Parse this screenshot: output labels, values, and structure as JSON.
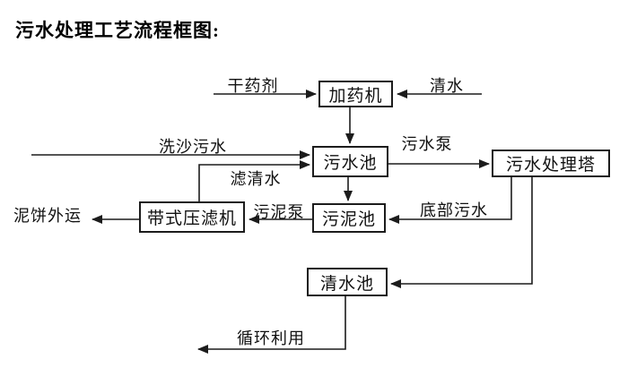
{
  "title": "污水处理工艺流程框图:",
  "diagram": {
    "background_color": "#ffffff",
    "line_color": "#1c1c1c",
    "nodes": {
      "dosing_machine": "加药机",
      "sewage_pool": "污水池",
      "treatment_tower": "污水处理塔",
      "sludge_pool": "污泥池",
      "belt_filter_press": "带式压滤机",
      "clear_water_pool": "清水池"
    },
    "flow_labels": {
      "dry_agent": "干药剂",
      "clear_water": "清水",
      "sand_washing_sewage": "洗沙污水",
      "sewage_pump": "污水泵",
      "filtered_water": "滤清水",
      "sludge_pump": "污泥泵",
      "mud_cake_out": "泥饼外运",
      "bottom_sewage": "底部污水",
      "recycle": "循环利用"
    },
    "edges": [
      {
        "from": "干药剂(外部)",
        "to": "加药机",
        "label": "干药剂"
      },
      {
        "from": "清水(外部)",
        "to": "加药机",
        "label": "清水"
      },
      {
        "from": "加药机",
        "to": "污水池",
        "label": ""
      },
      {
        "from": "洗沙污水(外部)",
        "to": "污水池",
        "label": "洗沙污水"
      },
      {
        "from": "带式压滤机",
        "to": "污水池",
        "label": "滤清水"
      },
      {
        "from": "污水池",
        "to": "污水处理塔",
        "label": "污水泵"
      },
      {
        "from": "污水池",
        "to": "污泥池",
        "label": ""
      },
      {
        "from": "污水处理塔",
        "to": "污泥池",
        "label": "底部污水"
      },
      {
        "from": "污泥池",
        "to": "带式压滤机",
        "label": "污泥泵"
      },
      {
        "from": "带式压滤机",
        "to": "外运",
        "label": "泥饼外运"
      },
      {
        "from": "污水处理塔",
        "to": "清水池",
        "label": ""
      },
      {
        "from": "清水池",
        "to": "回用",
        "label": "循环利用"
      }
    ]
  }
}
